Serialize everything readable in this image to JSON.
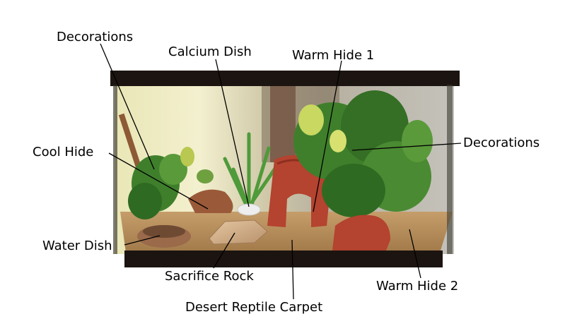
{
  "labels": {
    "decorations_left": "Decorations",
    "calcium_dish": "Calcium Dish",
    "warm_hide_1": "Warm Hide 1",
    "cool_hide": "Cool Hide",
    "decorations_right": "Decorations",
    "water_dish": "Water Dish",
    "sacrifice_rock": "Sacrifice Rock",
    "desert_reptile_carpet": "Desert Reptile Carpet",
    "warm_hide_2": "Warm Hide 2"
  },
  "colors": {
    "frame": "#1c1410",
    "substrate": "#b98f5e",
    "hide_red": "#b4432f",
    "foliage": "#3f7f2c",
    "leader_line": "#000000"
  }
}
